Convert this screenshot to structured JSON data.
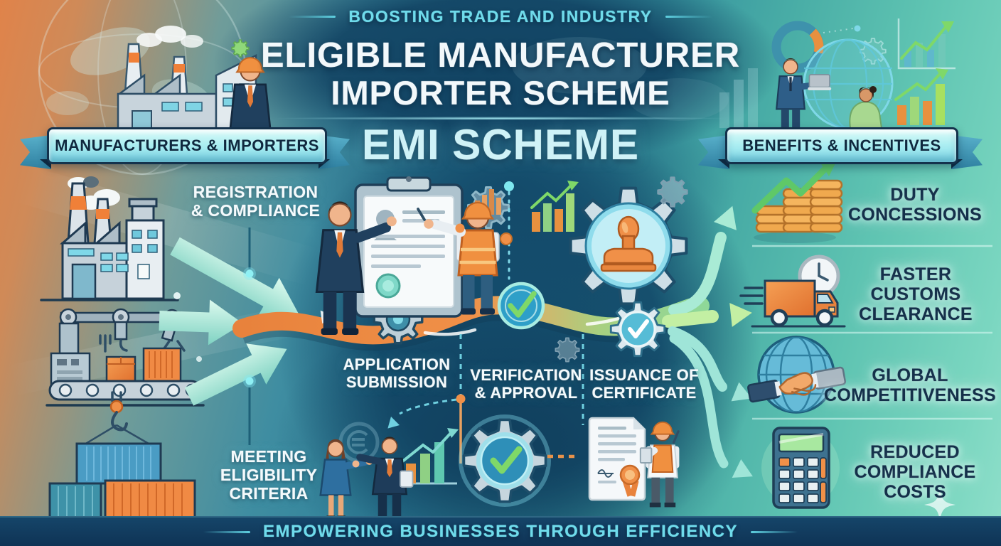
{
  "header": {
    "tagline": "BOOSTING TRADE AND INDUSTRY",
    "title_line1": "ELIGIBLE MANUFACTURER",
    "title_line2": "IMPORTER SCHEME",
    "scheme_name": "EMI SCHEME"
  },
  "banners": {
    "left": "MANUFACTURERS & IMPORTERS",
    "right": "BENEFITS & INCENTIVES"
  },
  "eligibility_steps": [
    {
      "label": "REGISTRATION\n& COMPLIANCE",
      "icon": "factory-icon"
    },
    {
      "label": "MEETING\nELIGIBILITY\nCRITERIA",
      "icon": "cargo-containers-icon"
    }
  ],
  "process_steps": [
    {
      "label": "APPLICATION\nSUBMISSION",
      "icon": "clipboard-document-icon"
    },
    {
      "label": "VERIFICATION\n& APPROVAL",
      "icon": "gear-checkmark-icon"
    },
    {
      "label": "ISSUANCE OF\nCERTIFICATE",
      "icon": "certificate-stamp-icon"
    }
  ],
  "benefits": [
    {
      "label": "DUTY\nCONCESSIONS",
      "icon": "coins-growth-arrow-icon"
    },
    {
      "label": "FASTER\nCUSTOMS\nCLEARANCE",
      "icon": "delivery-truck-clock-icon"
    },
    {
      "label": "GLOBAL\nCOMPETITIVENESS",
      "icon": "handshake-globe-icon"
    },
    {
      "label": "REDUCED\nCOMPLIANCE\nCOSTS",
      "icon": "calculator-icon"
    }
  ],
  "footer": {
    "tagline": "EMPOWERING BUSINESSES THROUGH EFFICIENCY"
  },
  "colors": {
    "accent_cyan": "#7fe3f0",
    "banner_fill": "#aeeff2",
    "banner_text": "#10283e",
    "navy_panel": "#134a6a",
    "flow_orange": "#f09048",
    "flow_green": "#8fd898",
    "mint_arrow": "#a9ebd5",
    "teal_right": "#57c3b2",
    "left_orange": "#e0834a",
    "footer_band": "#0f3355",
    "check_green": "#7fd868"
  }
}
